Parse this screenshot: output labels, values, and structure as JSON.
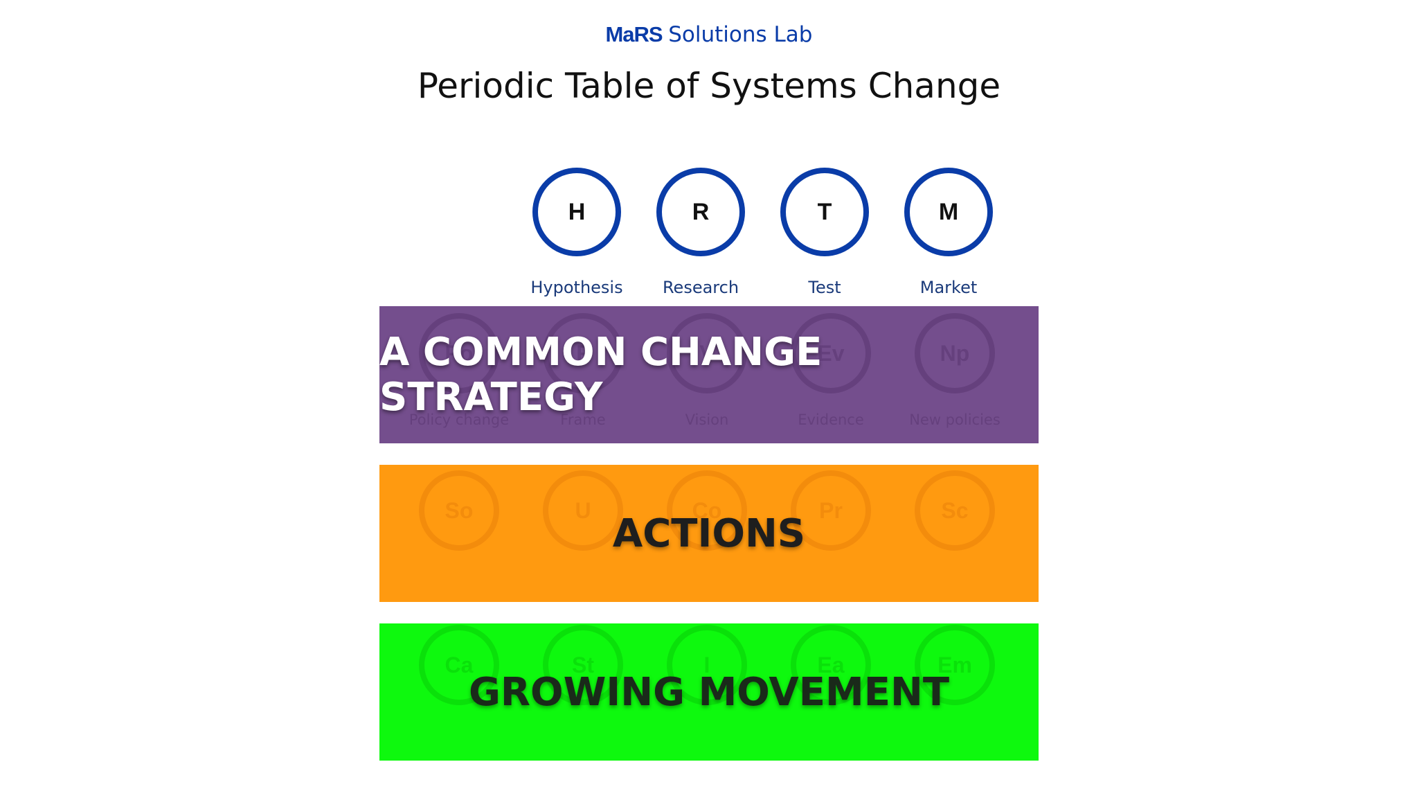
{
  "logo": {
    "brand": "MaRS",
    "rest": "Solutions Lab"
  },
  "title": "Periodic Table of Systems Change",
  "colors": {
    "brand_blue": "#0a3ca8",
    "label_blue": "#1a3a7a",
    "purple": "#744e8d",
    "orange": "#ff9a10",
    "green": "#0ef90e"
  },
  "elements": [
    {
      "symbol": "H",
      "label": "Hypothesis"
    },
    {
      "symbol": "R",
      "label": "Research"
    },
    {
      "symbol": "T",
      "label": "Test"
    },
    {
      "symbol": "M",
      "label": "Market"
    }
  ],
  "bands": [
    {
      "title": "A COMMON CHANGE STRATEGY",
      "ghosts": [
        {
          "symbol": "Po",
          "label": "Policy change"
        },
        {
          "symbol": "F",
          "label": "Frame"
        },
        {
          "symbol": "V",
          "label": "Vision"
        },
        {
          "symbol": "Ev",
          "label": "Evidence"
        },
        {
          "symbol": "Np",
          "label": "New policies"
        }
      ]
    },
    {
      "title": "ACTIONS",
      "ghosts": [
        {
          "symbol": "So",
          "label": ""
        },
        {
          "symbol": "U",
          "label": ""
        },
        {
          "symbol": "Co",
          "label": ""
        },
        {
          "symbol": "Pr",
          "label": ""
        },
        {
          "symbol": "Sc",
          "label": ""
        }
      ]
    },
    {
      "title": "GROWING MOVEMENT",
      "ghosts": [
        {
          "symbol": "Ca",
          "label": ""
        },
        {
          "symbol": "St",
          "label": ""
        },
        {
          "symbol": "I",
          "label": ""
        },
        {
          "symbol": "Ea",
          "label": ""
        },
        {
          "symbol": "Em",
          "label": ""
        }
      ]
    }
  ]
}
